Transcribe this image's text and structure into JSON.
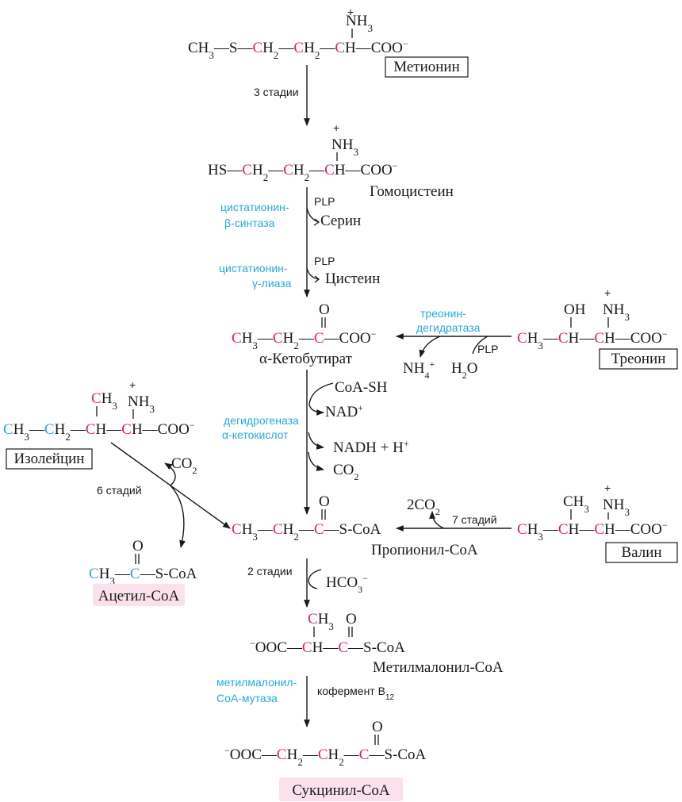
{
  "molecules": {
    "methionine": {
      "name": "Метионин"
    },
    "homocysteine": {
      "name": "Гомоцистеин"
    },
    "ketobutyrate": {
      "name": "α-Кетобутират"
    },
    "threonine": {
      "name": "Треонин"
    },
    "isoleucine": {
      "name": "Изолейцин"
    },
    "propionyl_coa": {
      "name": "Пропионил-CoA"
    },
    "valine": {
      "name": "Валин"
    },
    "acetyl_coa": {
      "name": "Ацетил-CoA"
    },
    "methylmalonyl_coa": {
      "name": "Метилмалонил-CoA"
    },
    "succinyl_coa": {
      "name": "Сукцинил-CoA"
    }
  },
  "enzymes": {
    "cbs_line1": "цистатионин-",
    "cbs_line2": "β-синтаза",
    "cgl_line1": "цистатионин-",
    "cgl_line2": "γ-лиаза",
    "td_line1": "треонин-",
    "td_line2": "дегидратаза",
    "bckdh_line1": "дегидрогеназа",
    "bckdh_line2": "α-кетокислот",
    "mcm_line1": "метилмалонил-",
    "mcm_line2": "CoA-мутаза"
  },
  "steps": {
    "methionine": "3 стадии",
    "isoleucine": "6 стадий",
    "valine": "7 стадий",
    "propionyl": "2 стадии",
    "mcm_cofactor": "кофермент B",
    "mcm_cofactor_sub": "12"
  },
  "cofactors": {
    "plp": "PLP",
    "serine": "Серин",
    "cysteine": "Цистеин",
    "coa_sh": "CoA-SH",
    "nad": "NAD",
    "nad_sup": "+",
    "nadh": "NADH + H",
    "nadh_sup": "+",
    "co2": "CO",
    "co2_sub": "2",
    "two_co2": "2CO",
    "two_co2_sub": "2",
    "nh4": "NH",
    "nh4_sub": "4",
    "nh4_sup": "+",
    "h2o": "H",
    "h2o_sub": "2",
    "h2o_o": "O",
    "hco3": "HCO",
    "hco3_sub": "3",
    "hco3_sup": "−"
  },
  "colors": {
    "highlight_red": "#e0245e",
    "highlight_blue": "#3a9fd8",
    "enzyme_text": "#2aa8d8",
    "label_bg": "#fbe1ec"
  }
}
